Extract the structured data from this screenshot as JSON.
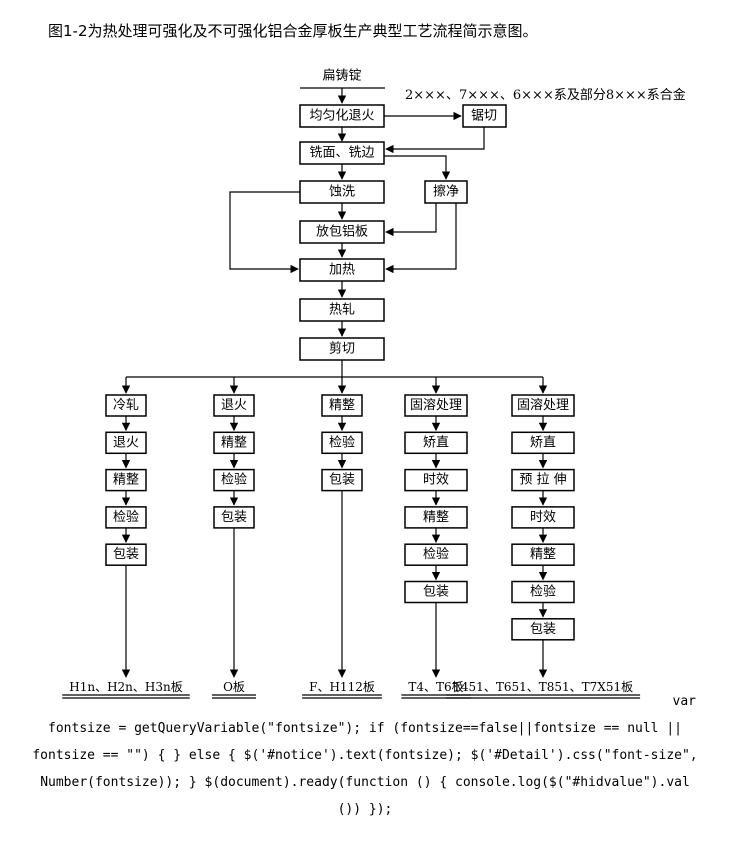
{
  "caption": "图1-2为热处理可强化及不可强化铝合金厚板生产典型工艺流程简示意图。",
  "diagram": {
    "start": "扁铸锭",
    "note": "2×××、7×××、6×××系及部分8×××系合金",
    "main": {
      "homogenize": "均匀化退火",
      "saw": "锯切",
      "mill": "铣面、铣边",
      "etch": "蚀洗",
      "wipe": "擦净",
      "clad": "放包铝板",
      "heat": "加热",
      "hotroll": "热轧",
      "shear": "剪切"
    },
    "branches": [
      {
        "steps": [
          "冷轧",
          "退火",
          "精整",
          "检验",
          "包装"
        ],
        "product": "H1n、H2n、H3n板"
      },
      {
        "steps": [
          "退火",
          "精整",
          "检验",
          "包装"
        ],
        "product": "O板"
      },
      {
        "steps": [
          "精整",
          "检验",
          "包装"
        ],
        "product": "F、H112板"
      },
      {
        "steps": [
          "固溶处理",
          "矫直",
          "时效",
          "精整",
          "检验",
          "包装"
        ],
        "product": "T4、T6板"
      },
      {
        "steps": [
          "固溶处理",
          "矫直",
          "预 拉 伸",
          "时效",
          "精整",
          "检验",
          "包装"
        ],
        "product": "T451、T651、T851、T7X51板"
      }
    ]
  },
  "code_text": {
    "line1": "var",
    "line2": "fontsize = getQueryVariable(\"fontsize\"); if (fontsize==false||fontsize == null ||",
    "line3": "fontsize == \"\") { } else { $('#notice').text(fontsize); $('#Detail').css(\"font-size\",",
    "line4": "Number(fontsize)); } $(document).ready(function () { console.log($(\"#hidvalue\").val",
    "line5": "()) });"
  }
}
